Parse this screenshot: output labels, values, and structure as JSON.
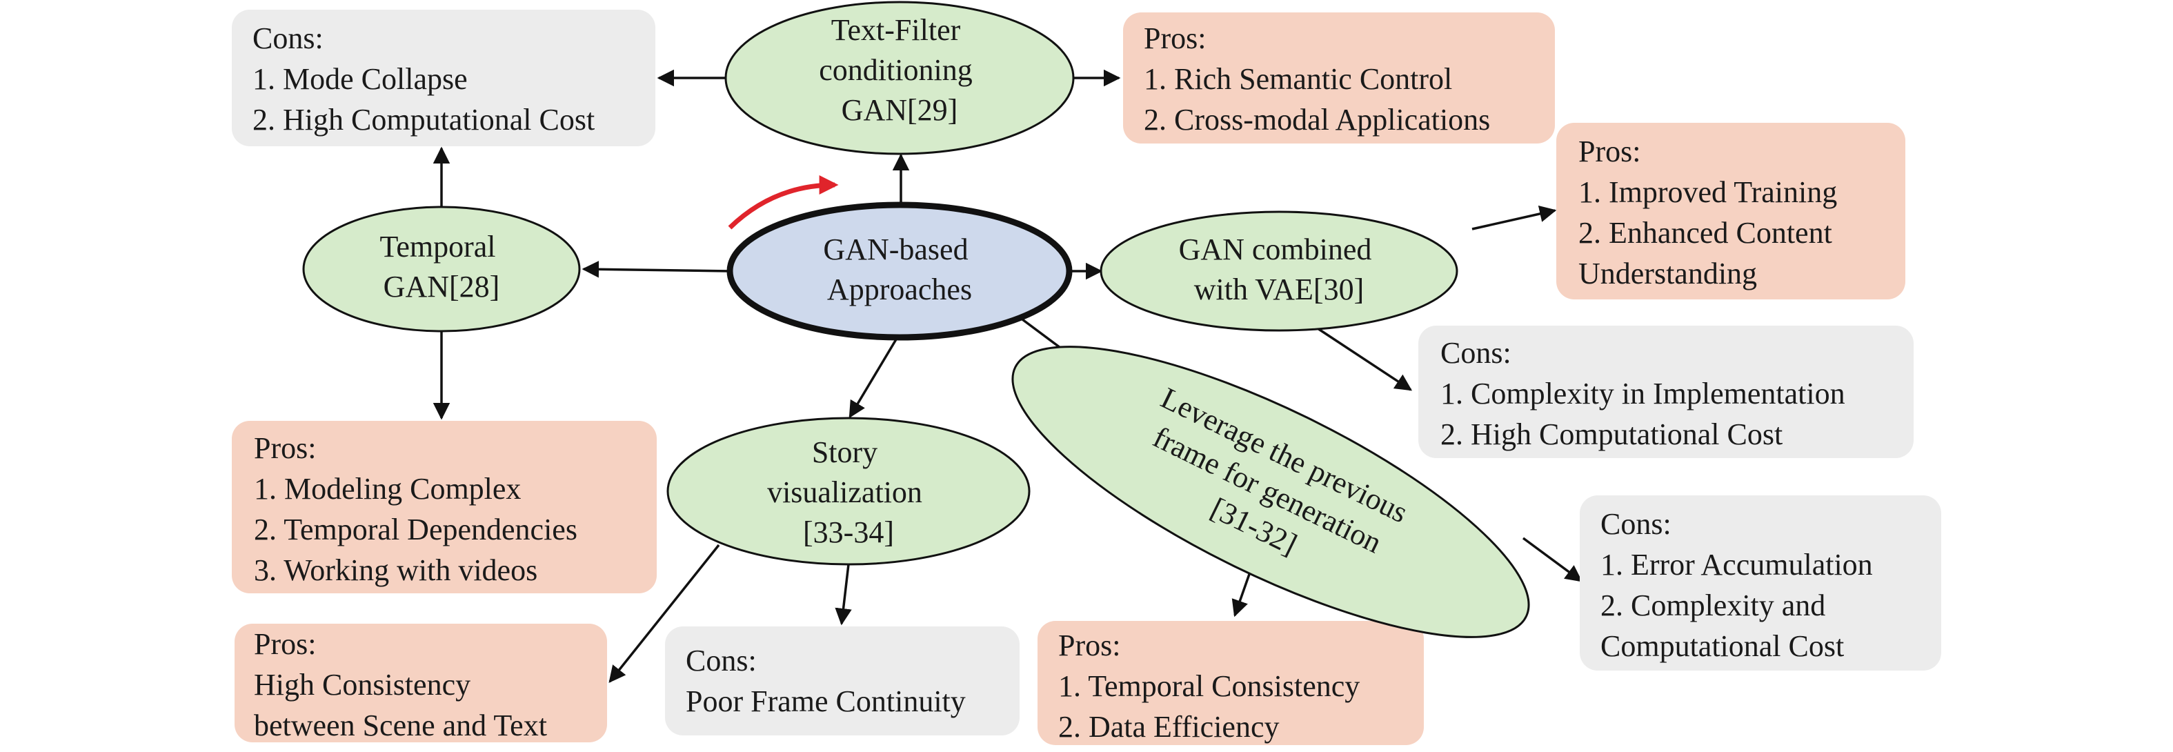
{
  "colors": {
    "pros_fill": "#f6d2c2",
    "cons_fill": "#ececec",
    "method_fill": "#d6ebcb",
    "center_fill": "#ced9ec",
    "center_stroke": "#111111",
    "curved_arrow": "#e0242b",
    "text": "#1a1a1a"
  },
  "nodes": {
    "center": [
      "GAN-based",
      "Approaches"
    ],
    "text_filter": [
      "Text-Filter",
      "conditioning",
      "GAN[29]"
    ],
    "temporal": [
      "Temporal",
      "GAN[28]"
    ],
    "vae": [
      "GAN combined",
      "with VAE[30]"
    ],
    "story": [
      "Story",
      "visualization",
      "[33-34]"
    ],
    "leverage": [
      "Leverage the previous",
      "frame for generation",
      "[31-32]"
    ]
  },
  "boxes": {
    "text_filter_cons": [
      "Cons:",
      "1. Mode Collapse",
      "2. High Computational Cost"
    ],
    "text_filter_pros": [
      "Pros:",
      "1. Rich Semantic Control",
      "2. Cross-modal Applications"
    ],
    "vae_pros": [
      "Pros:",
      "1. Improved Training",
      "2. Enhanced Content",
      "Understanding"
    ],
    "vae_cons": [
      "Cons:",
      "1. Complexity in Implementation",
      "2. High Computational Cost"
    ],
    "temporal_pros": [
      "Pros:",
      "1. Modeling Complex",
      "2. Temporal Dependencies",
      "3. Working with videos"
    ],
    "story_pros": [
      "Pros:",
      "High Consistency",
      "between Scene and Text"
    ],
    "story_cons": [
      "Cons:",
      "Poor Frame Continuity"
    ],
    "leverage_pros": [
      "Pros:",
      "1. Temporal Consistency",
      "2. Data Efficiency"
    ],
    "leverage_cons": [
      "Cons:",
      "1. Error Accumulation",
      "2. Complexity and",
      "Computational Cost"
    ]
  }
}
